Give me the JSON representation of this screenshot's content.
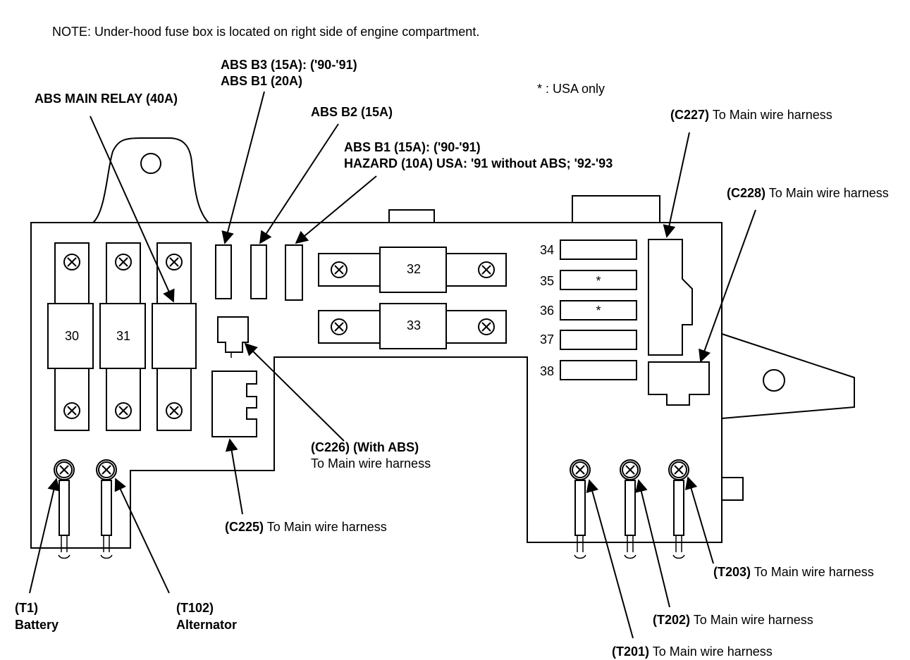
{
  "note": "NOTE: Under-hood fuse box is located on right side of engine compartment.",
  "usa_only_note": "* : USA only",
  "labels": {
    "abs_main_relay": "ABS MAIN RELAY (40A)",
    "abs_b3_line1": "ABS B3 (15A): ('90-'91)",
    "abs_b3_line2": "ABS B1 (20A)",
    "abs_b2": "ABS B2 (15A)",
    "abs_b1_line1": "ABS B1 (15A): ('90-'91)",
    "abs_b1_line2": "HAZARD (10A) USA: '91 without ABS; '92-'93",
    "c227_code": "(C227)",
    "c227_text": " To Main wire harness",
    "c228_code": "(C228)",
    "c228_text": " To Main wire harness",
    "c226_code": "(C226) (With ABS)",
    "c226_text": "To Main wire harness",
    "c225_code": "(C225)",
    "c225_text": " To Main wire harness",
    "t1_code": "(T1)",
    "t1_text": "Battery",
    "t102_code": "(T102)",
    "t102_text": "Alternator",
    "t203_code": "(T203)",
    "t203_text": " To Main wire harness",
    "t202_code": "(T202)",
    "t202_text": " To Main wire harness",
    "t201_code": "(T201)",
    "t201_text": " To Main wire harness"
  },
  "fuses": {
    "f30": "30",
    "f31": "31",
    "f32": "32",
    "f33": "33",
    "f34": "34",
    "f35": "35",
    "f36": "36",
    "f37": "37",
    "f38": "38",
    "f35_mark": "*",
    "f36_mark": "*"
  }
}
